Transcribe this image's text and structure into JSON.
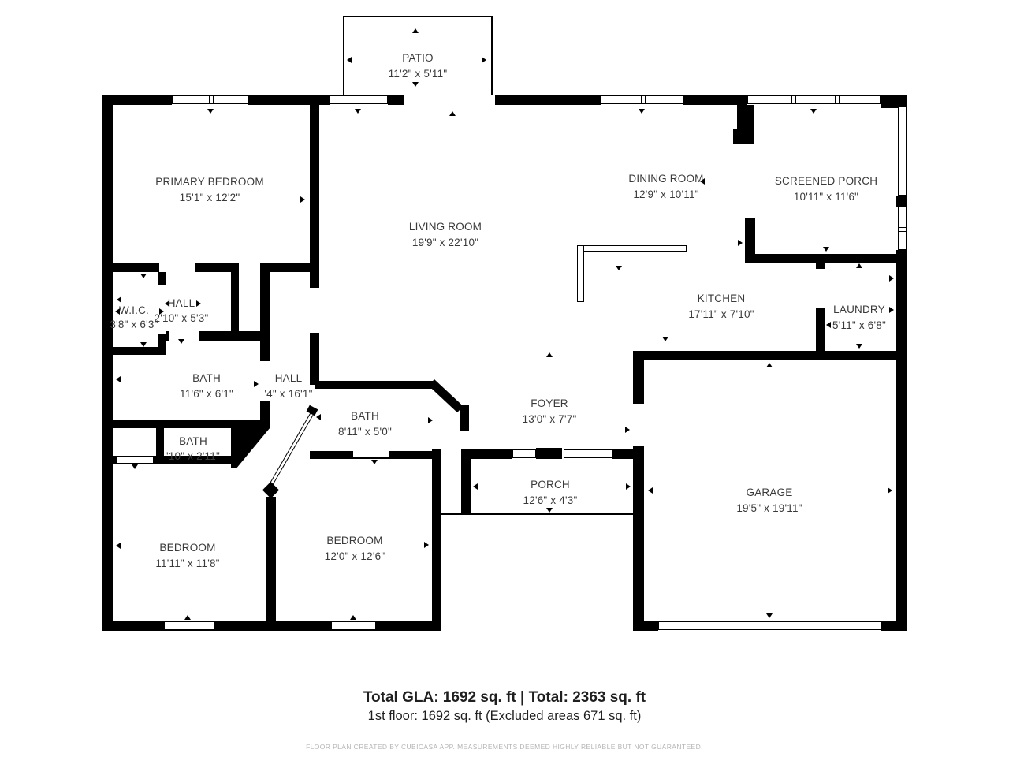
{
  "rooms": [
    {
      "id": "patio",
      "label": "PATIO",
      "dims": "11'2\" x 5'11\""
    },
    {
      "id": "primary-bedroom",
      "label": "PRIMARY BEDROOM",
      "dims": "15'1\" x 12'2\""
    },
    {
      "id": "living-room",
      "label": "LIVING ROOM",
      "dims": "19'9\" x 22'10\""
    },
    {
      "id": "dining-room",
      "label": "DINING ROOM",
      "dims": "12'9\" x 10'11\""
    },
    {
      "id": "screened-porch",
      "label": "SCREENED PORCH",
      "dims": "10'11\" x 11'6\""
    },
    {
      "id": "wic",
      "label": "W.I.C.",
      "dims": "3'8\" x 6'3\""
    },
    {
      "id": "hall-upper",
      "label": "HALL",
      "dims": "2'10\" x 5'3\""
    },
    {
      "id": "kitchen",
      "label": "KITCHEN",
      "dims": "17'11\" x 7'10\""
    },
    {
      "id": "laundry",
      "label": "LAUNDRY",
      "dims": "5'11\" x 6'8\""
    },
    {
      "id": "bath-main",
      "label": "BATH",
      "dims": "11'6\" x 6'1\""
    },
    {
      "id": "hall-corridor",
      "label": "HALL",
      "dims": "'4\" x 16'1\""
    },
    {
      "id": "bath-middle",
      "label": "BATH",
      "dims": "8'11\" x 5'0\""
    },
    {
      "id": "foyer",
      "label": "FOYER",
      "dims": "13'0\" x 7'7\""
    },
    {
      "id": "bath-small",
      "label": "BATH",
      "dims": "'10\" x 2'11\""
    },
    {
      "id": "porch",
      "label": "PORCH",
      "dims": "12'6\" x 4'3\""
    },
    {
      "id": "garage",
      "label": "GARAGE",
      "dims": "19'5\" x 19'11\""
    },
    {
      "id": "bedroom-left",
      "label": "BEDROOM",
      "dims": "11'11\" x 11'8\""
    },
    {
      "id": "bedroom-center",
      "label": "BEDROOM",
      "dims": "12'0\" x 12'6\""
    }
  ],
  "footer": {
    "total_line": "Total GLA: 1692 sq. ft | Total: 2363 sq. ft",
    "floor_line": "1st floor: 1692 sq. ft (Excluded areas 671 sq. ft)",
    "disclaimer": "FLOOR PLAN CREATED BY CUBICASA APP. MEASUREMENTS DEEMED HIGHLY RELIABLE BUT NOT GUARANTEED."
  },
  "colors": {
    "wall": "#000000",
    "background": "#ffffff",
    "label": "#3a3a3a",
    "disclaimer": "#b5b5b5"
  }
}
